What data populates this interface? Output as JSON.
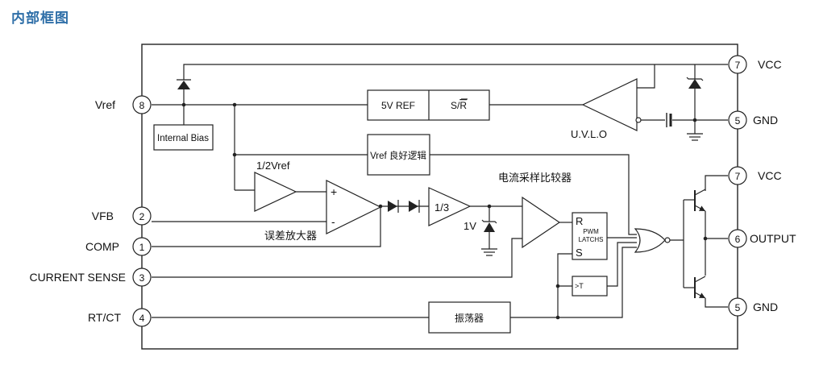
{
  "title": "内部框图",
  "pins": {
    "vref": {
      "num": "8",
      "label": "Vref"
    },
    "vfb": {
      "num": "2",
      "label": "VFB"
    },
    "comp": {
      "num": "1",
      "label": "COMP"
    },
    "cs": {
      "num": "3",
      "label": "CURRENT SENSE"
    },
    "rtct": {
      "num": "4",
      "label": "RT/CT"
    },
    "vcc_top": {
      "num": "7",
      "label": "VCC"
    },
    "gnd_top": {
      "num": "5",
      "label": "GND"
    },
    "vcc_out": {
      "num": "7",
      "label": "VCC"
    },
    "output": {
      "num": "6",
      "label": "OUTPUT"
    },
    "gnd_out": {
      "num": "5",
      "label": "GND"
    }
  },
  "blocks": {
    "internal_bias": "Internal Bias",
    "ref5v": "5V REF",
    "sr": "S/",
    "sr_bar": "R",
    "uvlo": "U.V.L.O",
    "vref_good": "Vref 良好逻辑",
    "half_vref": "1/2Vref",
    "ea_plus": "+",
    "ea_minus": "-",
    "error_amp": "误差放大器",
    "third": "1/3",
    "one_volt": "1V",
    "cs_comp": "电流采样比较器",
    "latch_r": "R",
    "latch_s": "S",
    "latch_name1": "PWM",
    "latch_name2": "LATCHS",
    "toggle": "T",
    "oscillator": "振荡器"
  }
}
